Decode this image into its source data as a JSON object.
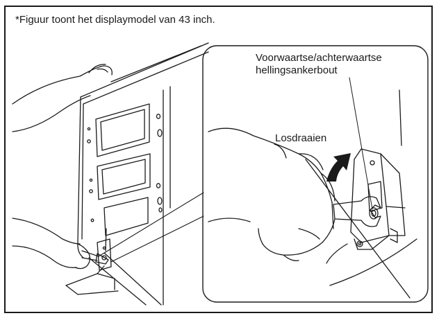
{
  "note": "*Figuur toont het displaymodel van 43 inch.",
  "labels": {
    "bolt_line1": "Voorwaartse/achterwaartse",
    "bolt_line2": "hellingsankerbout",
    "loosen": "Losdraaien"
  }
}
